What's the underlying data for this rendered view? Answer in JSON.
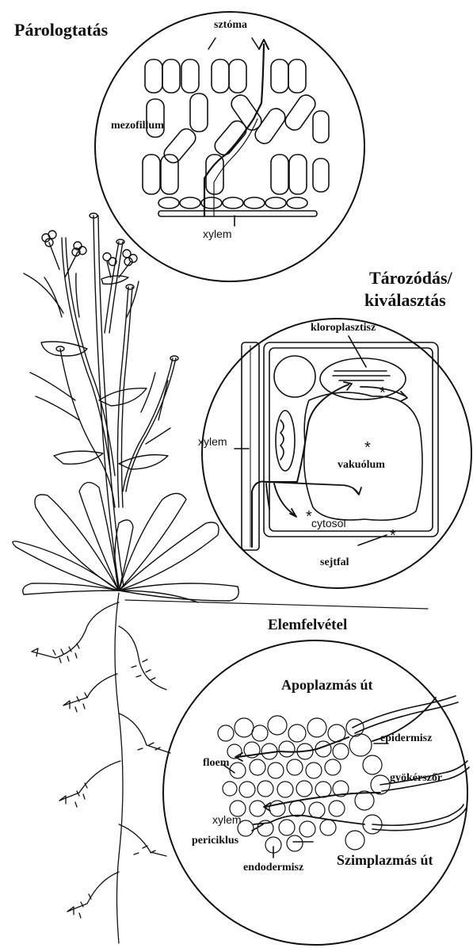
{
  "sections": {
    "transpiration": {
      "title": "Párologtatás",
      "labels": {
        "stoma": "sztóma",
        "mesophyll": "mezofillum",
        "xylem": "xylem"
      }
    },
    "storage": {
      "title_line1": "Tározódás/",
      "title_line2": "kiválasztás",
      "labels": {
        "chloroplast": "kloroplasztisz",
        "xylem": "xylem",
        "vacuole": "vakuólum",
        "cytosol": "cytosol",
        "cell_wall": "sejtfal",
        "asterisk": "*"
      }
    },
    "uptake": {
      "title": "Elemfelvétel",
      "labels": {
        "apoplastic": "Apoplazmás út",
        "epidermis": "epidermisz",
        "root_hair": "gyökérszőr",
        "phloem": "floem",
        "xylem": "xylem",
        "pericycle": "periciklus",
        "endodermis": "endodermisz",
        "symplastic": "Szimplazmás út"
      }
    }
  }
}
